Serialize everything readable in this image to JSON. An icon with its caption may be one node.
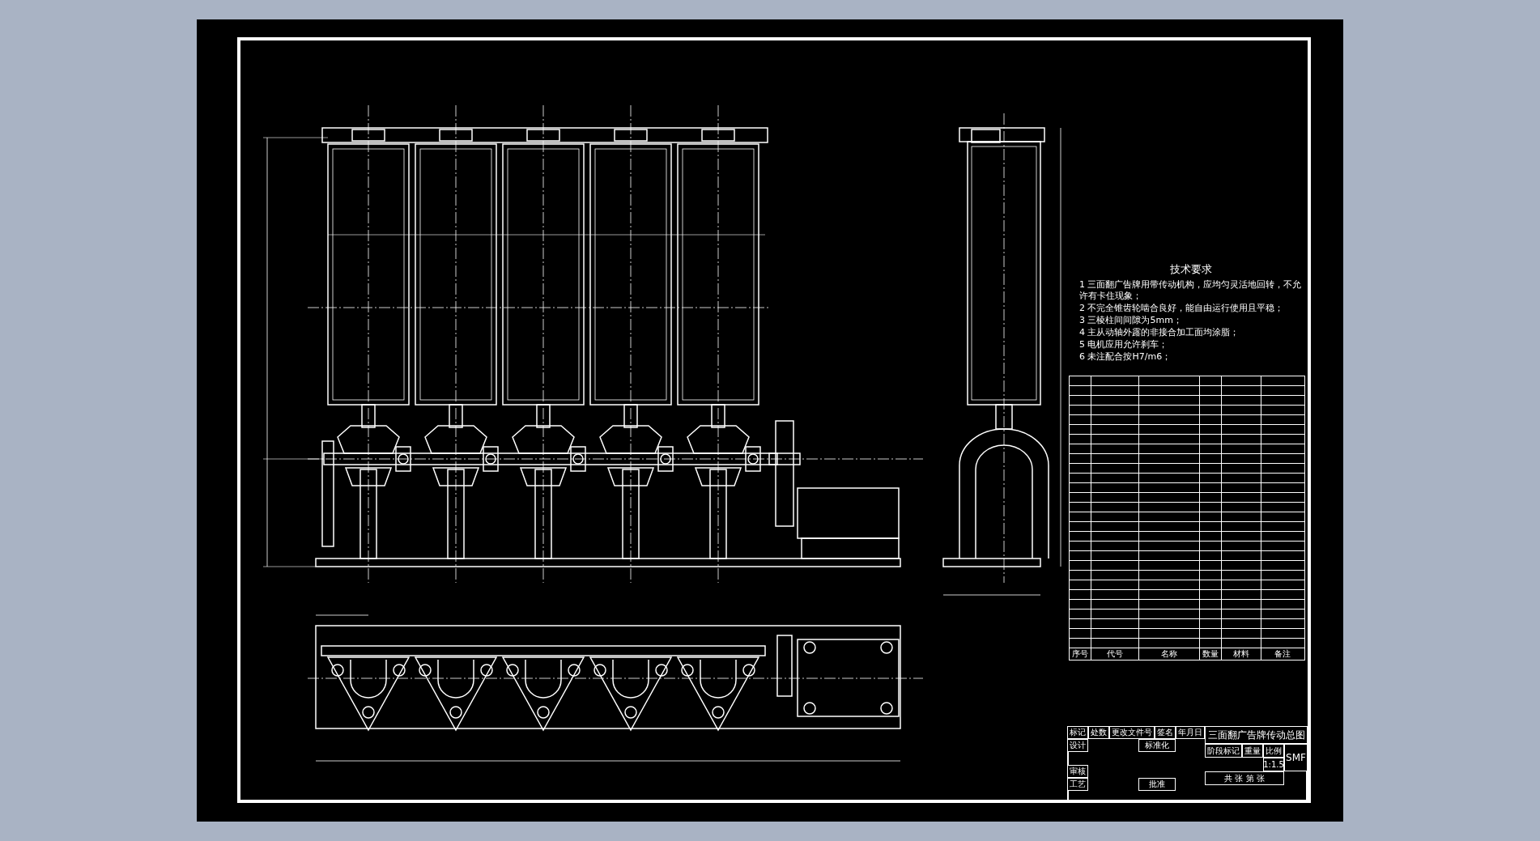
{
  "diagram": {
    "labels": [
      "技术要求",
      "1 三面翻广告牌用带传动机构，应均匀灵活地回转，不允许有卡住现象；",
      "2 不完全锥齿轮啮合良好，能自由运行使用且平稳；",
      "3 三棱柱间间隙为5mm；",
      "4 主从动轴外露的非接合加工面均涂脂；",
      "5 电机应用允许刹车；",
      "6 未注配合按H7/m6；",
      "序号",
      "代号",
      "名称",
      "数量",
      "材料",
      "备注",
      "标记",
      "处数",
      "更改文件号",
      "签名",
      "年月日",
      "设计",
      "标准化",
      "审核",
      "工艺",
      "批准",
      "阶段标记",
      "重量",
      "比例",
      "1:1.5",
      "共  张  第  张",
      "三面翻广告牌传动总图",
      "SMF"
    ]
  }
}
